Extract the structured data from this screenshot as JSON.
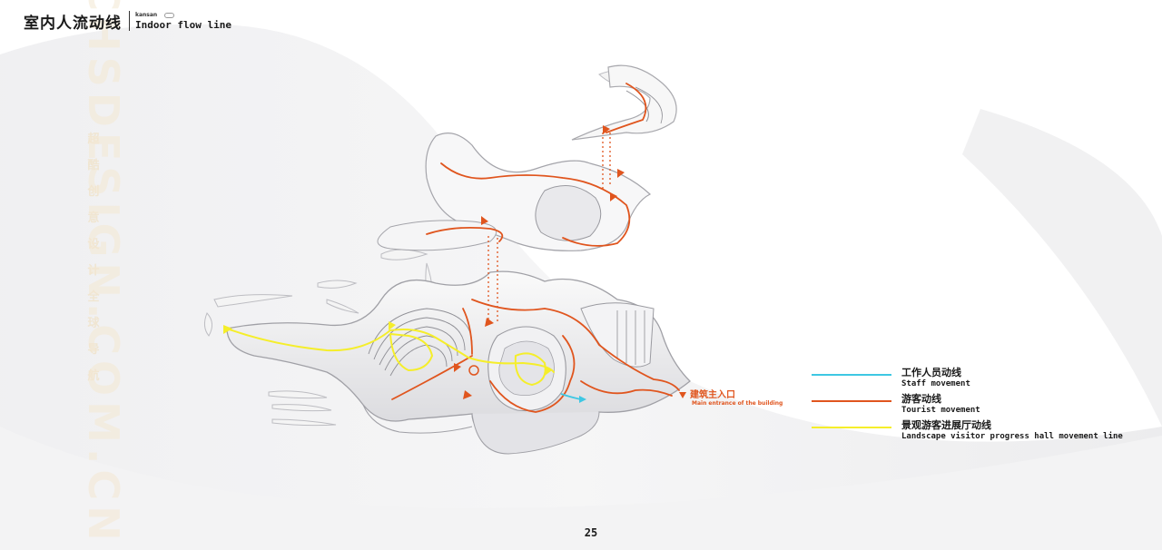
{
  "header": {
    "title_cn": "室内人流动线",
    "brand": "kansan",
    "title_en": "Indoor flow line"
  },
  "watermark": {
    "chars_cn": [
      "超",
      "酷",
      "创",
      "意",
      "设",
      "计",
      "全",
      "球",
      "导",
      "航"
    ],
    "text_en": "CHSDESIGN.COM.CN"
  },
  "entrance": {
    "label_cn": "建筑主入口",
    "label_en": "Main entrance of the building"
  },
  "legend": {
    "items": [
      {
        "label": "工作人员动线",
        "sub": "Staff movement",
        "color": "#3ec7e3"
      },
      {
        "label": "游客动线",
        "sub": "Tourist movement",
        "color": "#e0551e"
      },
      {
        "label": "景观游客进展厅动线",
        "sub": "Landscape visitor progress hall movement line",
        "color": "#f5ee2a"
      }
    ]
  },
  "page_number": "25",
  "colors": {
    "staff": "#3ec7e3",
    "tourist": "#e0551e",
    "landscape": "#f5ee2a",
    "background_shadow": "#e6e6e8"
  }
}
